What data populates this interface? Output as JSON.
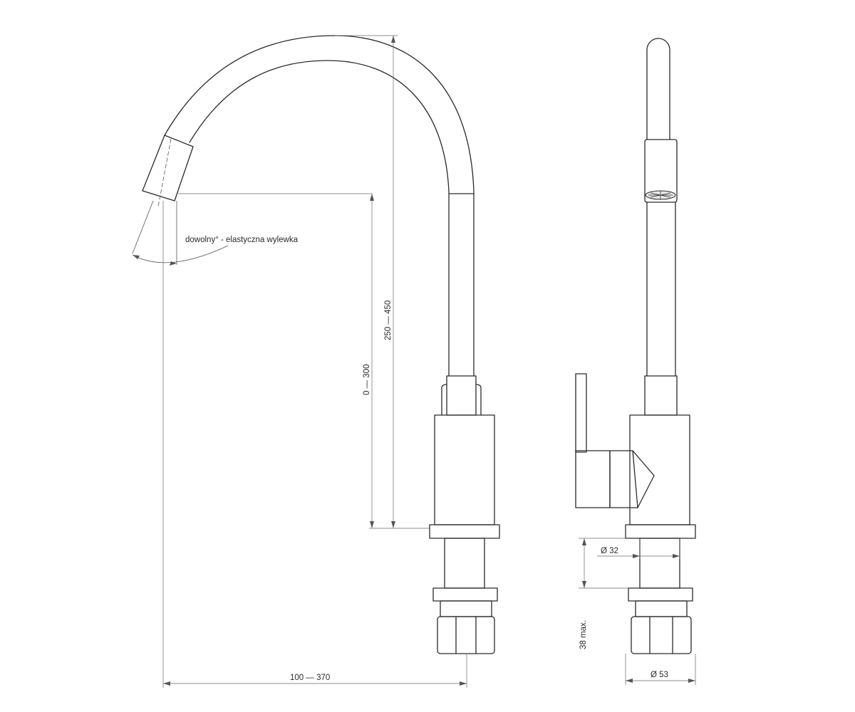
{
  "annotation": {
    "swivel_note": "dowolny° - elastyczna wylewka"
  },
  "dimensions": {
    "total_height_range": "250 — 450",
    "spout_height_range": "0 — 300",
    "reach_range": "100 — 370",
    "base_diameter_upper": "Ø 32",
    "base_diameter_lower": "Ø 53",
    "thread_length": "38 max."
  }
}
